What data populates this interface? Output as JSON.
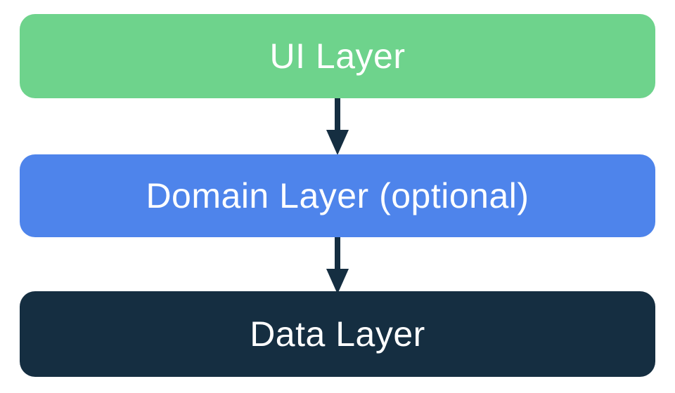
{
  "diagram": {
    "background_color": "#FFFFFF",
    "text_color": "#FFFFFF",
    "arrow_color": "#152E41",
    "layers": [
      {
        "label": "UI Layer",
        "color": "#6ED38C"
      },
      {
        "label": "Domain Layer (optional)",
        "color": "#4E84EB"
      },
      {
        "label": "Data Layer",
        "color": "#152E41"
      }
    ],
    "arrows": [
      {
        "from": "UI Layer",
        "to": "Domain Layer (optional)"
      },
      {
        "from": "Domain Layer (optional)",
        "to": "Data Layer"
      }
    ]
  }
}
